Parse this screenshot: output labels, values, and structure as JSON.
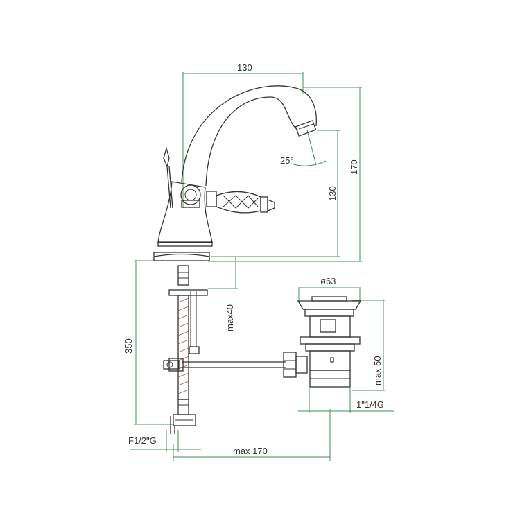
{
  "diagram": {
    "colors": {
      "outline": "#333333",
      "dimension": "#3f8f5a",
      "hatch": "#b14a4a"
    },
    "dimensions": {
      "top_width": "130",
      "total_height": "170",
      "spout_height": "130",
      "spout_angle": "25°",
      "drain_diameter": "ø63",
      "max_40": "max40",
      "height_350": "350",
      "max_50": "max 50",
      "drain_thread": "1\"1/4G",
      "inlet_thread": "F1/2\"G",
      "max_170": "max 170"
    }
  }
}
